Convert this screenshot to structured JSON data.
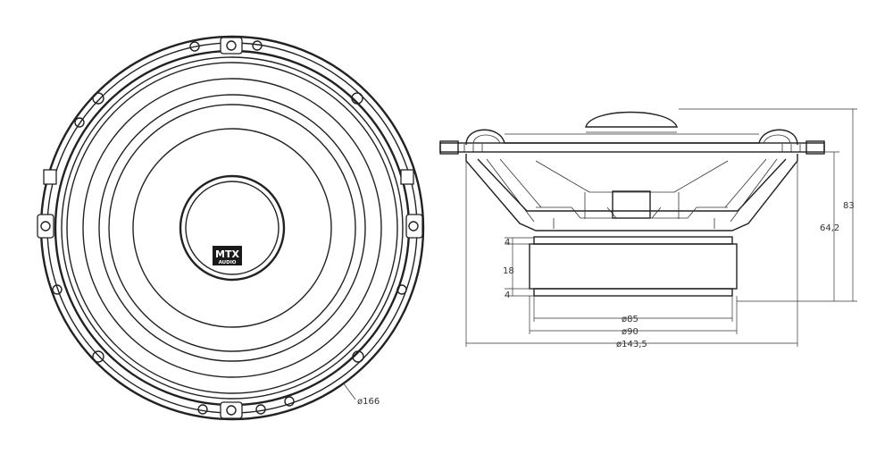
{
  "logo": {
    "brand": "MTX",
    "sub": "AUDIO"
  },
  "dimensions": {
    "front_outer_diameter": "ø166",
    "depth_total": "83",
    "depth_mount": "64,2",
    "magnet_height": "18",
    "magnet_top_plate": "4",
    "magnet_bottom_plate": "4",
    "magnet_diameter": "ø85",
    "cutout_diameter": "ø90",
    "basket_diameter": "ø143,5"
  },
  "colors": {
    "line": "#222222",
    "logo_bg": "#1a1a1a",
    "logo_text": "#ffffff"
  }
}
